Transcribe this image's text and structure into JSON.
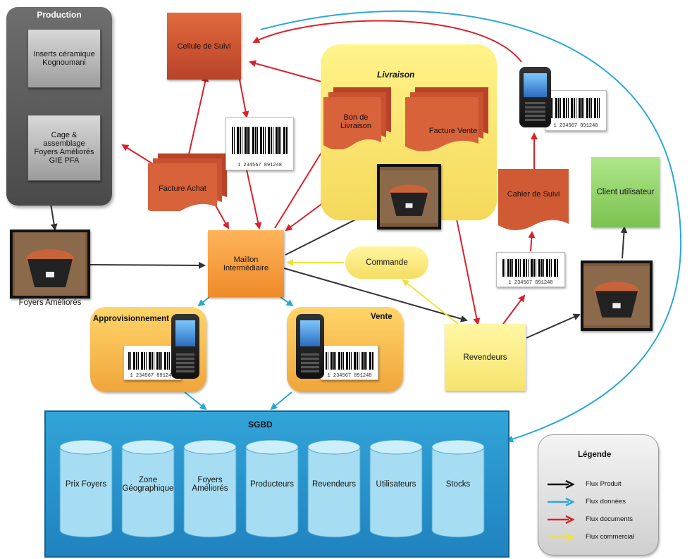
{
  "production": {
    "title": "Production",
    "box1": "Inserts céramique Kognoumani",
    "box2": "Cage & assemblage Foyers Améliorés GIE PFA"
  },
  "foyers_label": "Foyers Améliorés",
  "cellule": "Cellule de Suivi",
  "facture_achat": "Facture Achat",
  "livraison": {
    "title": "Livraison",
    "bon": "Bon de Livraison",
    "facture_vente": "Facture Vente"
  },
  "cahier": "Cahier de Suivi",
  "client": "Client utilisateur",
  "maillon": "Maillon Intermédiaire",
  "commande": "Commande",
  "revendeurs": "Revendeurs",
  "approvisionnement": "Approvisionnement",
  "vente": "Vente",
  "barcode_text": "1 234567 891248",
  "sgbd": {
    "title": "SGBD",
    "tables": [
      "Prix Foyers",
      "Zone Géographique",
      "Foyers Améliorés",
      "Producteurs",
      "Revendeurs",
      "Utilisateurs",
      "Stocks"
    ]
  },
  "legend": {
    "title": "Légende",
    "items": [
      {
        "label": "Flux Produit",
        "color": "#111111"
      },
      {
        "label": "Flux données",
        "color": "#2aa8d8"
      },
      {
        "label": "Flux documents",
        "color": "#d8222a"
      },
      {
        "label": "Flux commercial",
        "color": "#f2e03a"
      }
    ]
  },
  "colors": {
    "red_box": "#c9512f",
    "maillon": "#f59a3a",
    "client": "#8fd460",
    "sgbd": "#2a95cf"
  }
}
